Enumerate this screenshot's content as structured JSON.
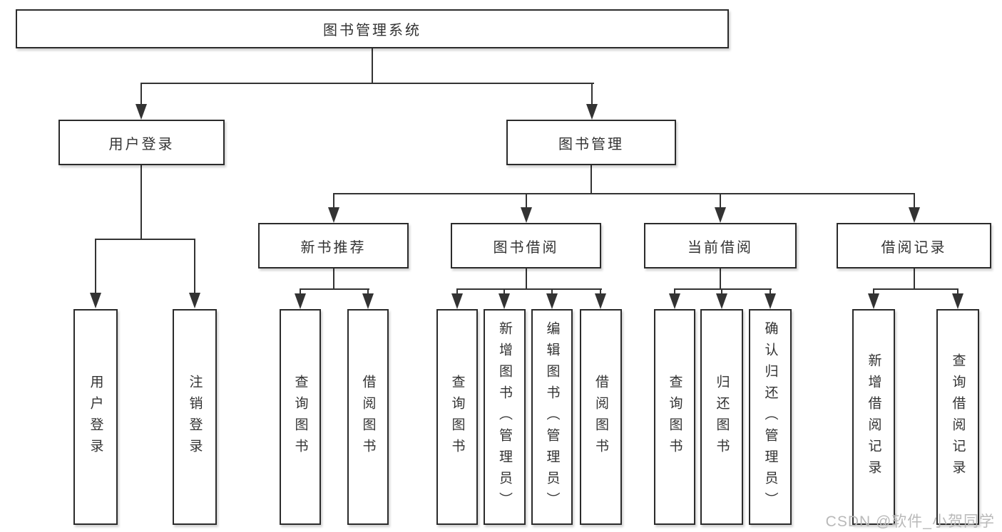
{
  "diagram": {
    "title": "图书管理系统",
    "level2": {
      "user_login": "用户登录",
      "book_mgmt": "图书管理"
    },
    "level3": {
      "new_books": "新书推荐",
      "borrowing": "图书借阅",
      "current": "当前借阅",
      "records": "借阅记录"
    },
    "leaves": {
      "user_login": [
        "用户登录",
        "注销登录"
      ],
      "new_books": [
        "查询图书",
        "借阅图书"
      ],
      "borrowing": [
        "查询图书",
        "新增图书（管理员）",
        "编辑图书（管理员）",
        "借阅图书"
      ],
      "current": [
        "查询图书",
        "归还图书",
        "确认归还（管理员）"
      ],
      "records": [
        "新增借阅记录",
        "查询借阅记录"
      ]
    }
  },
  "watermark": "CSDN @软件_小贺同学",
  "colors": {
    "border": "#2b2b2b",
    "line": "#333333",
    "text": "#333333",
    "watermark": "#b9b9b9",
    "background": "#ffffff"
  }
}
